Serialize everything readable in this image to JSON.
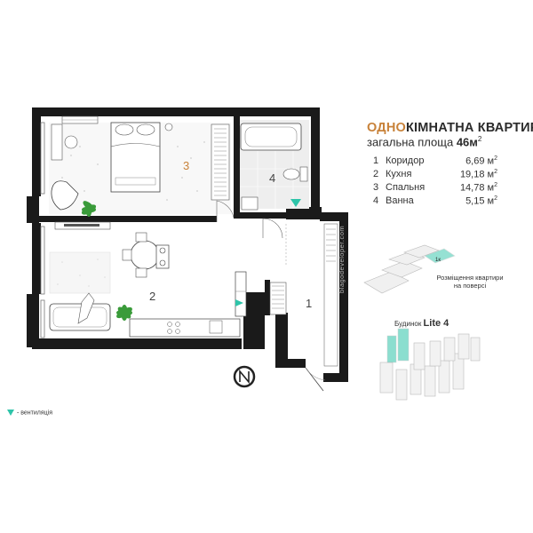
{
  "header": {
    "title_accent": "ОДНО",
    "title_rest": "КІМНАТНА КВАРТИРА",
    "subtitle_prefix": "загальна площа",
    "subtitle_value": "46м",
    "subtitle_unit_sup": "2"
  },
  "rooms": [
    {
      "number": "1",
      "name": "Коридор",
      "area": "6,69 м",
      "sup": "2"
    },
    {
      "number": "2",
      "name": "Кухня",
      "area": "19,18 м",
      "sup": "2"
    },
    {
      "number": "3",
      "name": "Спальня",
      "area": "14,78 м",
      "sup": "2"
    },
    {
      "number": "4",
      "name": "Ванна",
      "area": "5,15 м",
      "sup": "2"
    }
  ],
  "plan_labels": {
    "r1": "1",
    "r2": "2",
    "r3": "3",
    "r4": "4"
  },
  "floor_position": {
    "caption_line1": "Розміщення квартири",
    "caption_line2": "на поверсі",
    "marker": "1к"
  },
  "building": {
    "prefix": "Будинок",
    "name": "Lite 4"
  },
  "watermark": "blagodeveloper.com",
  "legend": {
    "label": "- вентиляція"
  },
  "colors": {
    "accent": "#c8823a",
    "ventilation": "#2ec4a9",
    "wall": "#1a1a1a"
  }
}
